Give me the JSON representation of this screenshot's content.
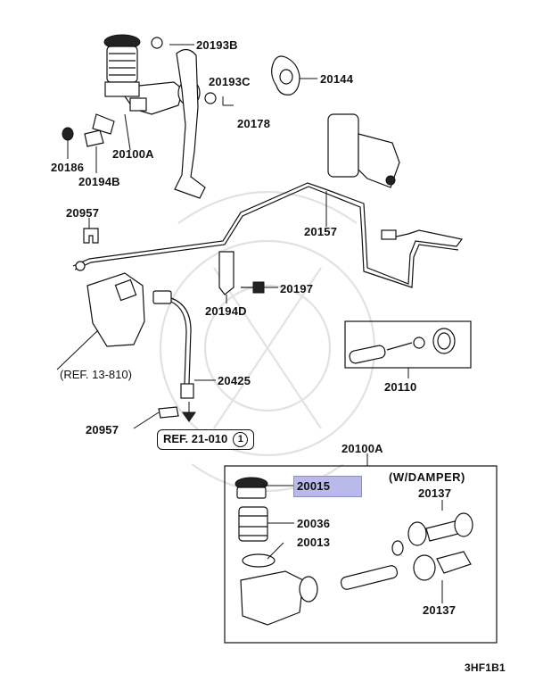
{
  "labels": {
    "p20193B": "20193B",
    "p20144": "20144",
    "p20193C": "20193C",
    "p20178": "20178",
    "p20186": "20186",
    "p20100A_top": "20100A",
    "p20194B": "20194B",
    "p20957_top": "20957",
    "p20157": "20157",
    "p20197": "20197",
    "p20194D": "20194D",
    "p20110": "20110",
    "p20425": "20425",
    "p20957_bottom": "20957",
    "p20100A_box": "20100A",
    "p20015": "20015",
    "p20036": "20036",
    "p20013": "20013",
    "p20137_top": "20137",
    "p20137_bottom": "20137"
  },
  "references": {
    "ref_13_810": "(REF. 13-810)",
    "ref_21_010": "REF. 21-010",
    "ref_21_010_circle": "1"
  },
  "inset": {
    "damper_title": "(W/DAMPER)"
  },
  "highlight": {
    "part": "20015",
    "color": "#b9b9ec"
  },
  "footer": {
    "diagram_code": "3HF1B1"
  }
}
